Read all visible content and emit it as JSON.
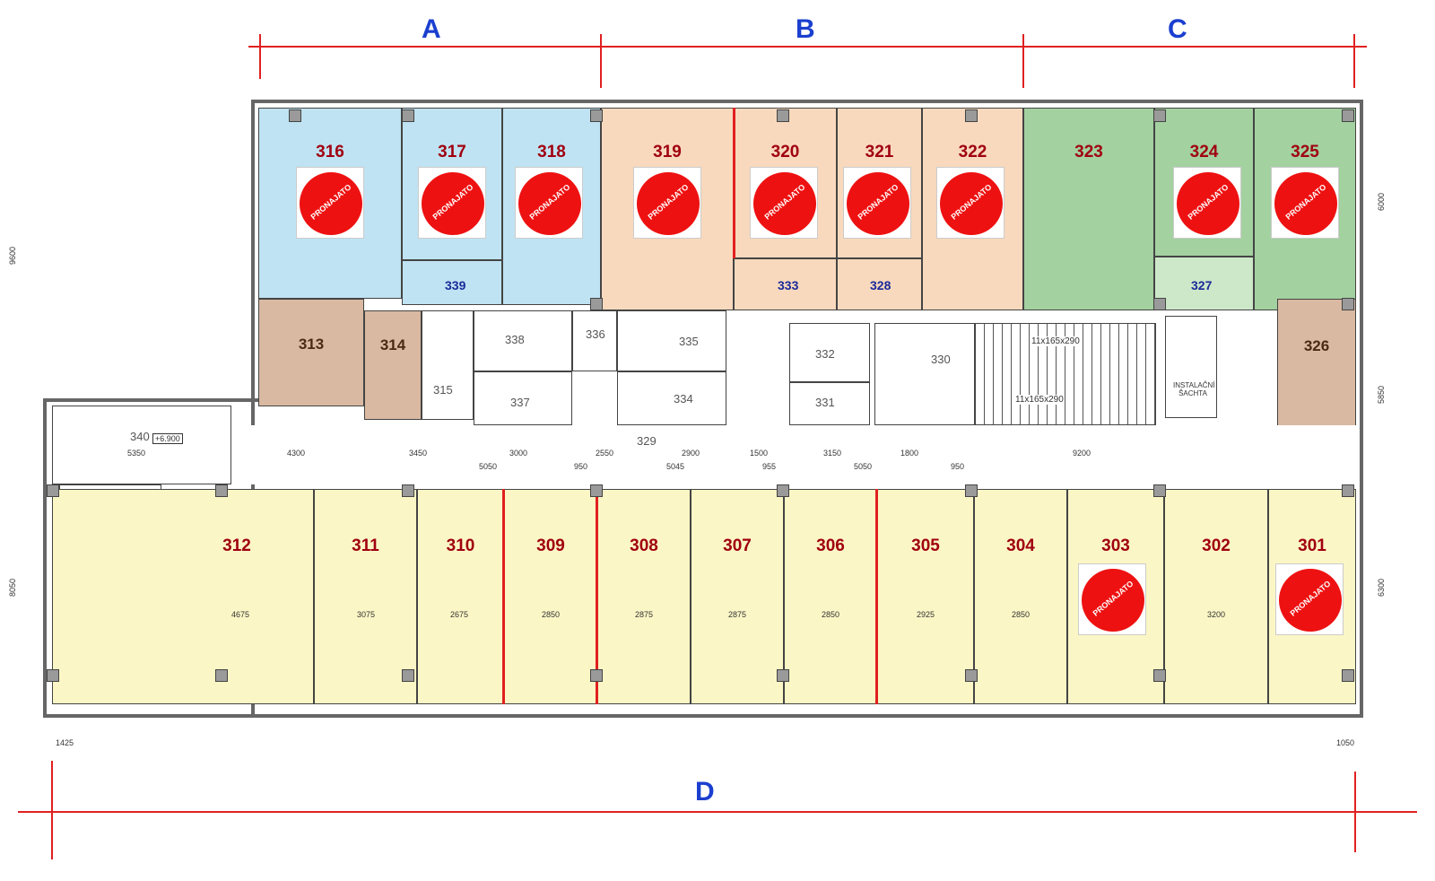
{
  "zones": {
    "a": "A",
    "b": "B",
    "c": "C",
    "d": "D"
  },
  "stamp_text": "PRONAJATO",
  "colors": {
    "blue": "#bfe3f2",
    "orange": "#f8d9bd",
    "green": "#a3d1a0",
    "tan": "#d9b9a2",
    "yellow": "#fbf6c5",
    "zone": "#1b3fcf",
    "room_number": "#a00010",
    "stamp": "#ee1111"
  },
  "rooms": {
    "r301": "301",
    "r302": "302",
    "r303": "303",
    "r304": "304",
    "r305": "305",
    "r306": "306",
    "r307": "307",
    "r308": "308",
    "r309": "309",
    "r310": "310",
    "r311": "311",
    "r312": "312",
    "r313": "313",
    "r314": "314",
    "r315": "315",
    "r316": "316",
    "r317": "317",
    "r318": "318",
    "r319": "319",
    "r320": "320",
    "r321": "321",
    "r322": "322",
    "r323": "323",
    "r324": "324",
    "r325": "325",
    "r326": "326",
    "r327": "327",
    "r328": "328",
    "r329": "329",
    "r330": "330",
    "r331": "331",
    "r332": "332",
    "r333": "333",
    "r334": "334",
    "r335": "335",
    "r336": "336",
    "r337": "337",
    "r338": "338",
    "r339": "339",
    "r340": "340"
  },
  "labels": {
    "shaft": "INSTALAČNÍ ŠACHTA",
    "stairs": "11x165x290",
    "level": "+6.900"
  },
  "dims": {
    "d1425": "1425",
    "d5350": "5350",
    "d4300": "4300",
    "d3450": "3450",
    "d3000": "3000",
    "d2550": "2550",
    "d2900": "2900",
    "d1500": "1500",
    "d3150": "3150",
    "d1800": "1800",
    "d9200": "9200",
    "d5050": "5050",
    "d950": "950",
    "d5045": "5045",
    "d955": "955",
    "d9600": "9600",
    "d8050": "8050",
    "d4675": "4675",
    "d3075": "3075",
    "d2675": "2675",
    "d2850": "2850",
    "d2875": "2875",
    "d2925": "2925",
    "d3200": "3200",
    "d6000": "6000",
    "d5850": "5850",
    "d6300": "6300",
    "d1050": "1050"
  }
}
